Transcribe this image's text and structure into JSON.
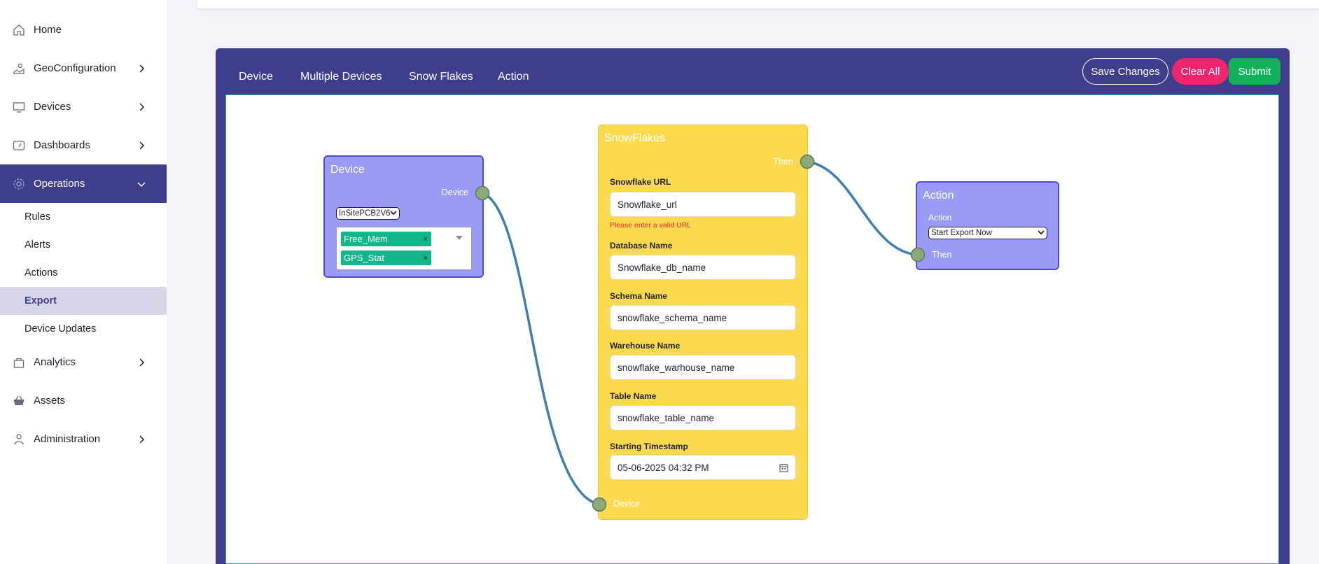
{
  "sidebar": {
    "items": [
      {
        "label": "Home",
        "icon": "home-icon"
      },
      {
        "label": "GeoConfiguration",
        "icon": "map-config-icon"
      },
      {
        "label": "Devices",
        "icon": "monitor-icon"
      },
      {
        "label": "Dashboards",
        "icon": "gauge-icon"
      },
      {
        "label": "Operations",
        "icon": "gear-icon"
      },
      {
        "label": "Analytics",
        "icon": "bag-icon"
      },
      {
        "label": "Assets",
        "icon": "basket-icon"
      },
      {
        "label": "Administration",
        "icon": "admin-icon"
      }
    ],
    "sub_items": [
      "Rules",
      "Alerts",
      "Actions",
      "Export",
      "Device Updates"
    ]
  },
  "tabs": [
    "Device",
    "Multiple Devices",
    "Snow Flakes",
    "Action"
  ],
  "toolbar": {
    "save_label": "Save Changes",
    "clear_label": "Clear All",
    "submit_label": "Submit"
  },
  "device_node": {
    "title": "Device",
    "output_label": "Device",
    "device_select": "InSitePCB2V6",
    "chips": [
      "Free_Mem",
      "GPS_Stat"
    ],
    "chip_remove": "×"
  },
  "snow_node": {
    "title": "SnowFlakes",
    "output_label": "Then",
    "input_label": "Device",
    "fields": [
      {
        "label": "Snowflake URL",
        "value": "Snowflake_url"
      },
      {
        "label": "Database Name",
        "value": "Snowflake_db_name"
      },
      {
        "label": "Schema Name",
        "value": "snowflake_schema_name"
      },
      {
        "label": "Warehouse Name",
        "value": "snowflake_warhouse_name"
      },
      {
        "label": "Table Name",
        "value": "snowflake_table_name"
      },
      {
        "label": "Starting Timestamp",
        "value": "05-06-2025 04:32 PM"
      }
    ],
    "url_error": "Please enter a valid URL"
  },
  "action_node": {
    "title": "Action",
    "field_label": "Action",
    "selected": "Start Export Now",
    "input_label": "Then"
  },
  "colors": {
    "panel": "#3e3e8c",
    "node_purple": "#9a9af7",
    "node_yellow": "#fcda4f",
    "connector": "#3f7fb0",
    "port": "#8aaa7a",
    "chip": "#12b688",
    "clear": "#f0256e",
    "submit": "#10b35c"
  }
}
